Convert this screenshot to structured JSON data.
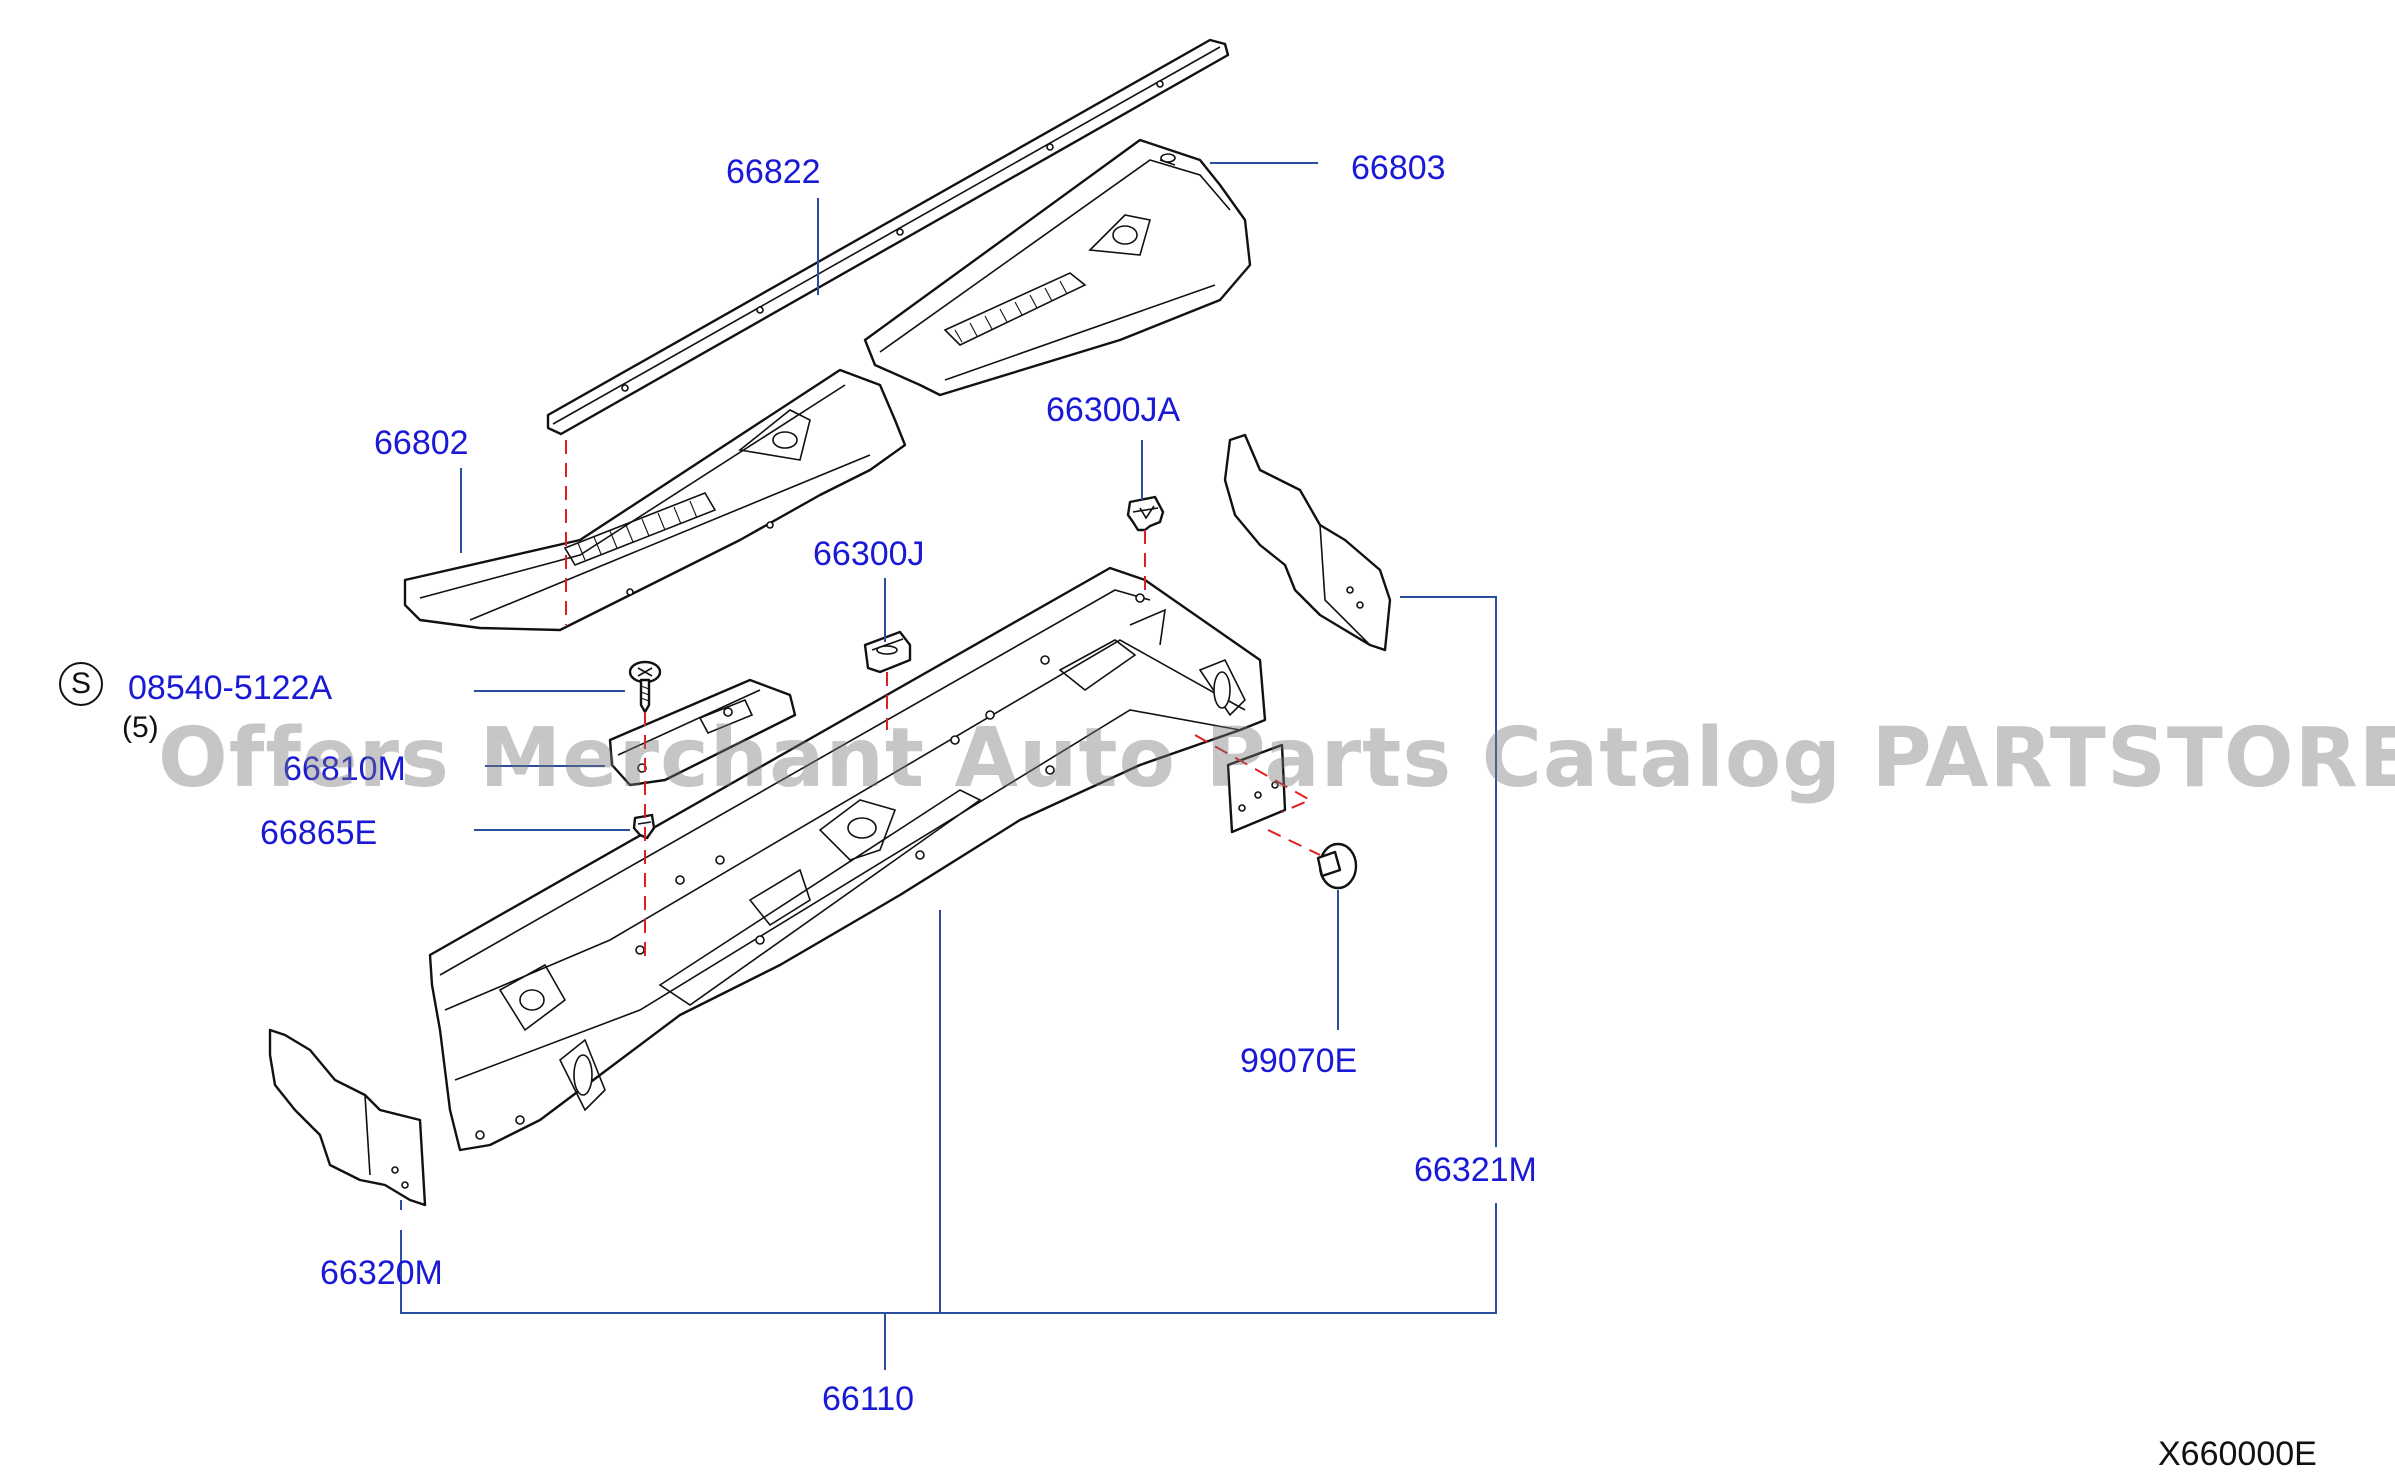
{
  "labels": {
    "p66822": "66822",
    "p66803": "66803",
    "p66802": "66802",
    "p66300JA": "66300JA",
    "p66300J": "66300J",
    "p08540": "08540-5122A",
    "qty": "(5)",
    "s_symbol": "S",
    "p66810M": "66810M",
    "p66865E": "66865E",
    "p99070E": "99070E",
    "p66321M": "66321M",
    "p66320M": "66320M",
    "p66110": "66110",
    "diagram_code": "X660000E"
  },
  "watermark": "Offers Merchant Auto Parts Catalog PARTSTORE.SA",
  "colors": {
    "label": "#1a1ad6",
    "leader": "#2a4f9e",
    "dashed": "#e02020",
    "outline": "#111111"
  }
}
